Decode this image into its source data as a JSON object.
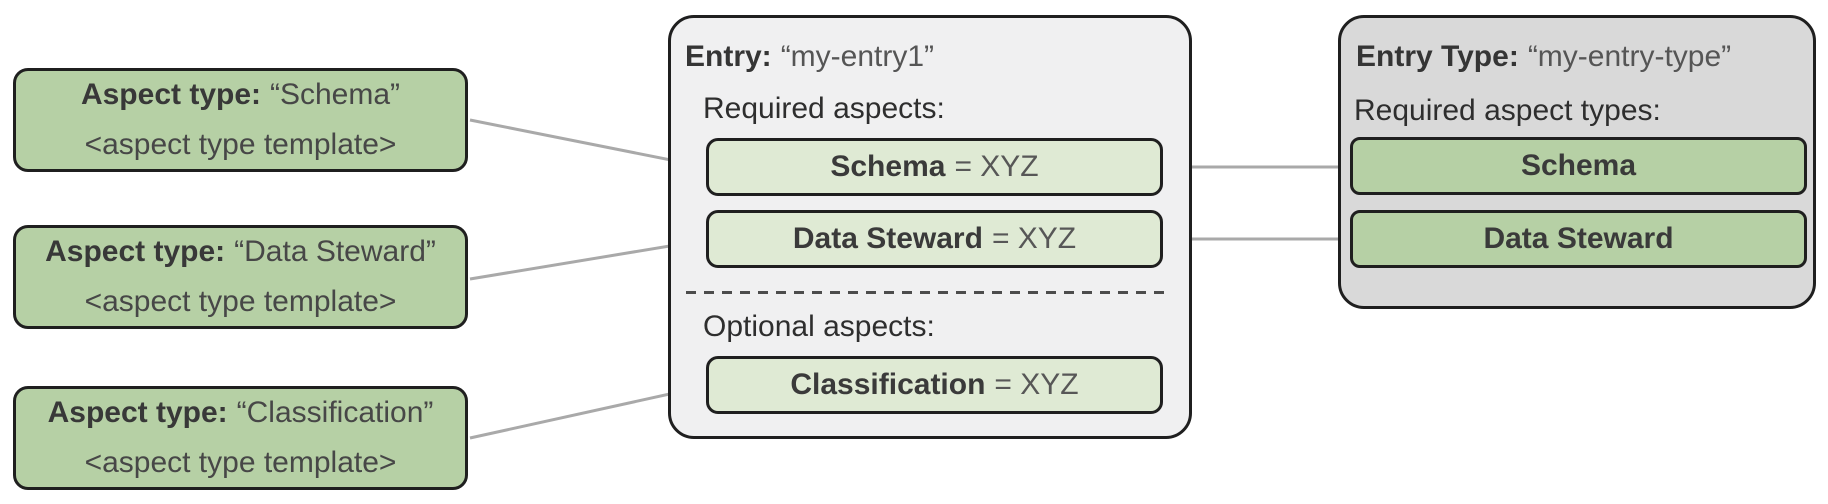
{
  "colors": {
    "card_green": "#b6d0a5",
    "pill_light_green": "#dfead4",
    "entry_card_bg": "#f0f0f1",
    "entry_type_card_bg": "#d9d9d9",
    "border_dark": "#1f1f1f",
    "connector_gray": "#a9a9a9",
    "text_dark": "#3c3c3c"
  },
  "aspect_type_cards": [
    {
      "label": "Aspect type:",
      "value": "“Schema”",
      "template": "<aspect type template>"
    },
    {
      "label": "Aspect type:",
      "value": "“Data Steward”",
      "template": "<aspect type template>"
    },
    {
      "label": "Aspect type:",
      "value": "“Classification”",
      "template": "<aspect type template>"
    }
  ],
  "entry_card": {
    "title_label": "Entry:",
    "title_value": "“my-entry1”",
    "required_heading": "Required aspects:",
    "required_aspects": [
      {
        "name": "Schema",
        "suffix": "= XYZ"
      },
      {
        "name": "Data Steward",
        "suffix": "= XYZ"
      }
    ],
    "optional_heading": "Optional aspects:",
    "optional_aspects": [
      {
        "name": "Classification",
        "suffix": "= XYZ"
      }
    ]
  },
  "entry_type_card": {
    "title_label": "Entry Type:",
    "title_value": "“my-entry-type”",
    "heading": "Required aspect types:",
    "aspect_types": [
      {
        "name": "Schema"
      },
      {
        "name": "Data Steward"
      }
    ]
  }
}
